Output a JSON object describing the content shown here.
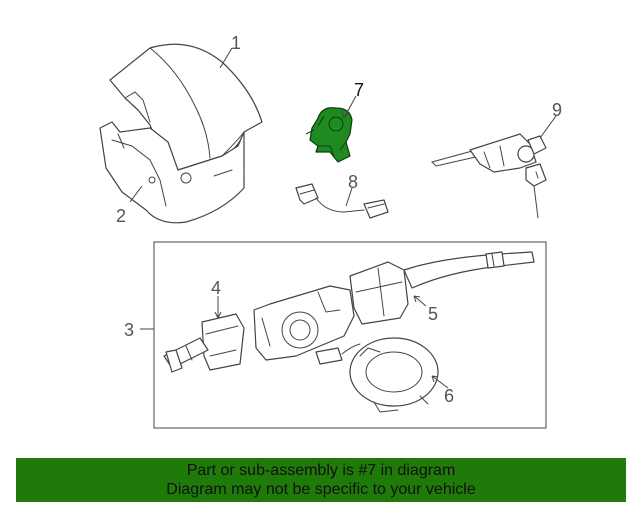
{
  "diagram": {
    "callouts": [
      "1",
      "2",
      "3",
      "4",
      "5",
      "6",
      "7",
      "8",
      "9"
    ],
    "highlight_color": "#1f8a1f"
  },
  "banner": {
    "line1": "Part or sub-assembly is #7 in diagram",
    "line2": "Diagram may not be specific to your vehicle",
    "background_color": "#1f7a0a"
  }
}
